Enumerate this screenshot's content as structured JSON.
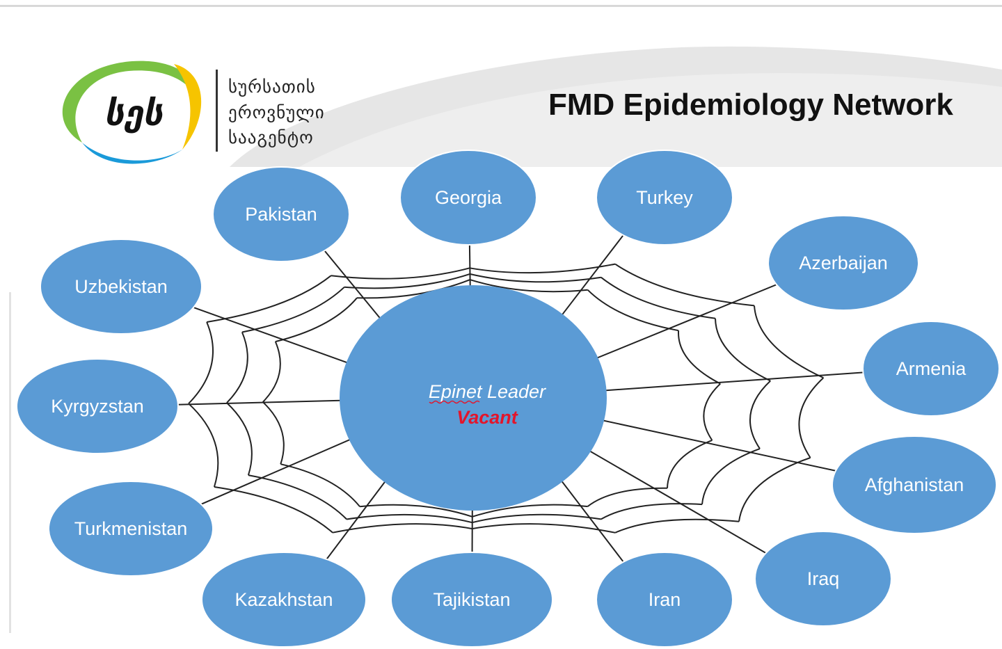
{
  "title": "FMD Epidemiology Network",
  "logo": {
    "mark": "სეს",
    "lines": [
      "სურსათის",
      "ეროვნული",
      "სააგენტო"
    ]
  },
  "center": {
    "line1_a": "Epinet",
    "line1_b": " Leader",
    "line2": "Vacant"
  },
  "nodes": [
    "Pakistan",
    "Georgia",
    "Turkey",
    "Azerbaijan",
    "Armenia",
    "Afghanistan",
    "Iraq",
    "Iran",
    "Tajikistan",
    "Kazakhstan",
    "Turkmenistan",
    "Kyrgyzstan",
    "Uzbekistan"
  ],
  "colors": {
    "node_fill": "#5b9bd5",
    "node_stroke": "#ffffff",
    "web_line": "#222222",
    "vacant_text": "#e3152b",
    "swoosh": "#e4e4e4",
    "logo_green": "#7ac143",
    "logo_yellow": "#f6c400",
    "logo_blue": "#1a9ad9"
  }
}
